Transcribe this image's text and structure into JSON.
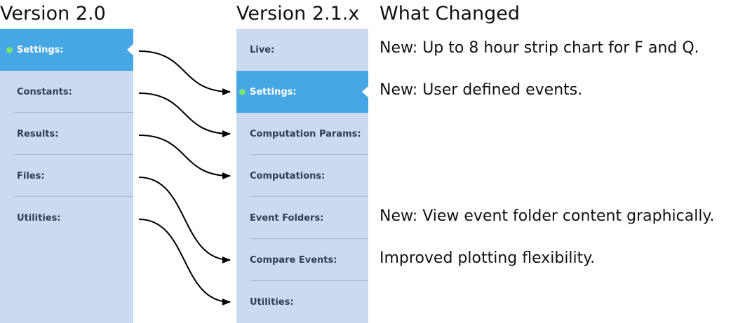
{
  "headings": {
    "old_version": "Version 2.0",
    "new_version": "Version 2.1.x",
    "changes": "What Changed"
  },
  "old_menu": {
    "items": [
      {
        "label": "Settings:",
        "active": true
      },
      {
        "label": "Constants:",
        "active": false
      },
      {
        "label": "Results:",
        "active": false
      },
      {
        "label": "Files:",
        "active": false
      },
      {
        "label": "Utilities:",
        "active": false
      }
    ]
  },
  "new_menu": {
    "items": [
      {
        "label": "Live:",
        "active": false
      },
      {
        "label": "Settings:",
        "active": true
      },
      {
        "label": "Computation Params:",
        "active": false
      },
      {
        "label": "Computations:",
        "active": false
      },
      {
        "label": "Event Folders:",
        "active": false
      },
      {
        "label": "Compare Events:",
        "active": false
      },
      {
        "label": "Utilities:",
        "active": false
      }
    ]
  },
  "changes": [
    {
      "new_item_index": 0,
      "text": "New: Up to 8 hour strip chart for F and Q."
    },
    {
      "new_item_index": 1,
      "text": "New: User defined events."
    },
    {
      "new_item_index": 4,
      "text": "New: View event folder content graphically."
    },
    {
      "new_item_index": 5,
      "text": "Improved plotting flexibility."
    }
  ],
  "mappings": [
    {
      "from": 0,
      "to": 1
    },
    {
      "from": 1,
      "to": 2
    },
    {
      "from": 2,
      "to": 3
    },
    {
      "from": 3,
      "to": 5
    },
    {
      "from": 4,
      "to": 6
    }
  ],
  "colors": {
    "menu_background": "#ccdaef",
    "active_item": "#47a6e4",
    "active_indicator": "#7be36a",
    "menu_text": "#2f3f55",
    "divider": "#a9bad3",
    "arrow": "#000000"
  }
}
